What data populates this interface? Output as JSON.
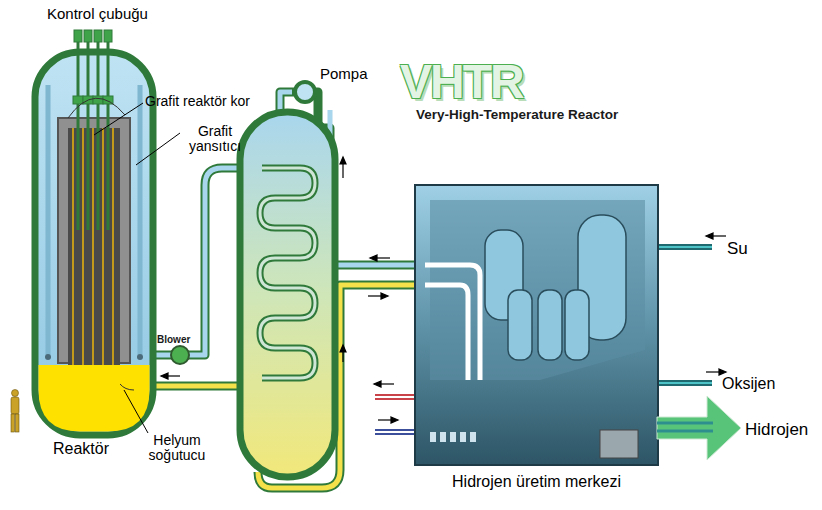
{
  "diagram": {
    "nodes": [
      {
        "text": [
          "Reaktör"
        ]
      },
      {
        "text": [
          "Hidrojen üretim merkezi"
        ]
      },
      {
        "text": [
          "Hidrojen"
        ]
      }
    ],
    "labels": [
      "Kontrol çubuğu",
      "Grafit reaktör kor",
      "Grafit yansıtıcı",
      "Pompa",
      "VHTR",
      "Very-High-Temperature Reactor",
      "Blower",
      "Helyum soğutucu",
      "Su",
      "Oksijen"
    ]
  }
}
